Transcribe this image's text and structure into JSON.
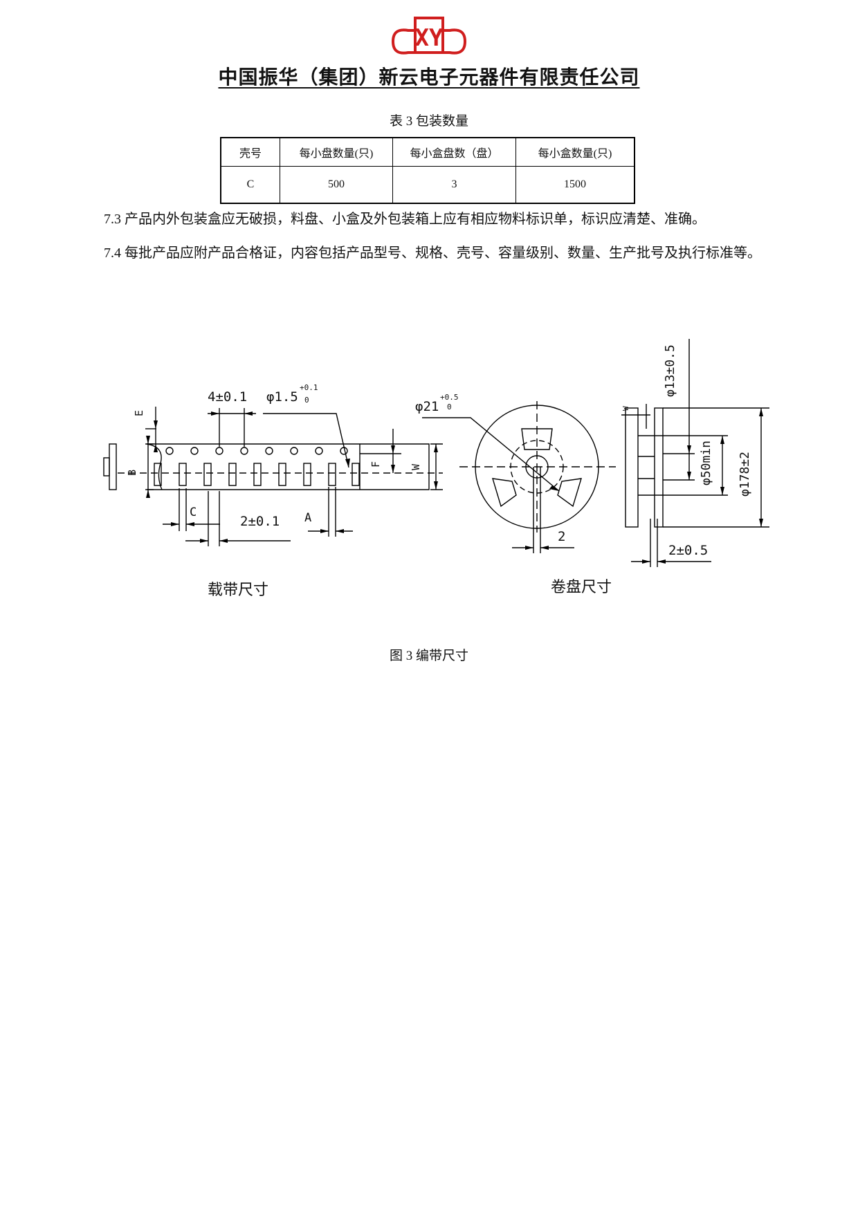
{
  "header": {
    "logo_text": "XY",
    "company_name": "中国振华（集团）新云电子元器件有限责任公司"
  },
  "table": {
    "caption": "表 3  包装数量",
    "headers": [
      "壳号",
      "每小盘数量(只)",
      "每小盒盘数（盘）",
      "每小盒数量(只)"
    ],
    "rows": [
      [
        "C",
        "500",
        "3",
        "1500"
      ]
    ]
  },
  "paragraphs": {
    "p73": "7.3 产品内外包装盒应无破损，料盘、小盒及外包装箱上应有相应物料标识单，标识应清楚、准确。",
    "p74": "7.4  每批产品应附产品合格证，内容包括产品型号、规格、壳号、容量级别、数量、生产批号及执行标准等。"
  },
  "figure": {
    "caption": "图 3 编带尺寸",
    "tape": {
      "title": "载带尺寸",
      "labels": {
        "pitch": "4±0.1",
        "hole": "φ1.5",
        "hole_tol_plus": "+0.1",
        "hole_tol_zero": "0",
        "pitch2": "2±0.1",
        "E": "E",
        "B": "B",
        "C": "C",
        "A": "A",
        "F": "F",
        "W": "W"
      }
    },
    "reel": {
      "title": "卷盘尺寸",
      "labels": {
        "hub": "φ21",
        "hub_tol_plus": "+0.5",
        "hub_tol_zero": "0",
        "slot": "2",
        "bore": "φ13±0.5",
        "core": "φ50min",
        "outer": "φ178±2",
        "width": "2±0.5",
        "w": "W"
      }
    }
  }
}
